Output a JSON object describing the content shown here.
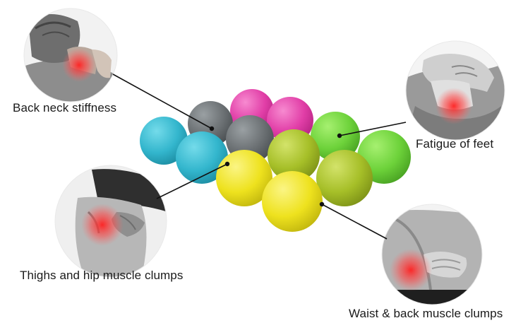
{
  "labels": {
    "neck": "Back neck stiffness",
    "feet": "Fatigue of feet",
    "thigh": "Thighs and hip muscle clumps",
    "waist": "Waist & back muscle clumps"
  },
  "colors": {
    "teal": "#35b8cf",
    "gray": "#6d7275",
    "pink": "#e23fa8",
    "lime": "#6fd43a",
    "olive": "#a7c02a",
    "yellow": "#eee21e",
    "pain": "#ff2a2a"
  }
}
